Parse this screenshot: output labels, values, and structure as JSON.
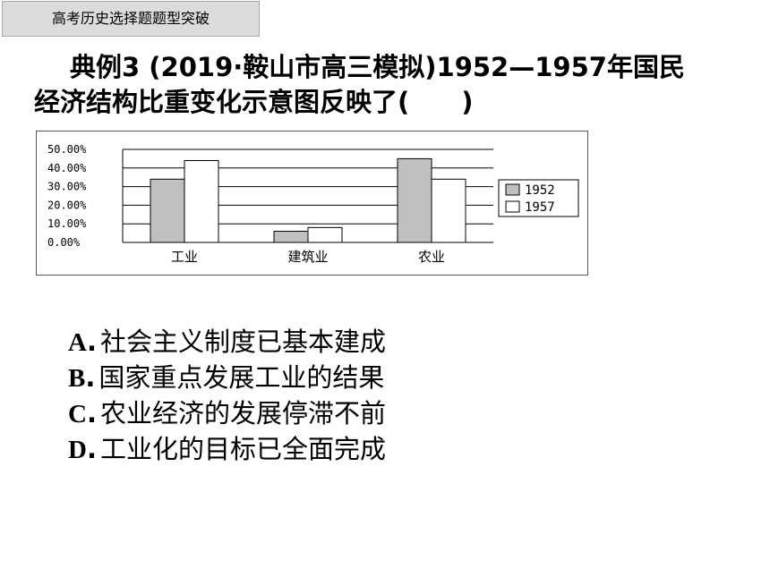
{
  "header": {
    "tag": "高考历史选择题题型突破"
  },
  "question": {
    "prefix": "典例3 (2019·鞍山市高三模拟)1952—1957年国民",
    "line2": "经济结构比重变化示意图反映了(　　)"
  },
  "chart_data": {
    "type": "bar",
    "categories": [
      "工业",
      "建筑业",
      "农业"
    ],
    "series": [
      {
        "name": "1952",
        "values": [
          34,
          6,
          45
        ],
        "color": "#c0c0c0"
      },
      {
        "name": "1957",
        "values": [
          44,
          8,
          34
        ],
        "color": "#ffffff"
      }
    ],
    "ylim": [
      0,
      50
    ],
    "yticks": [
      "0.00%",
      "10.00%",
      "20.00%",
      "30.00%",
      "40.00%",
      "50.00%"
    ],
    "grid": true,
    "legend_placement": "right"
  },
  "options": [
    {
      "letter": "A",
      "sep": ".",
      "text": "社会主义制度已基本建成"
    },
    {
      "letter": "B",
      "sep": ".",
      "text": "国家重点发展工业的结果"
    },
    {
      "letter": "C",
      "sep": ".",
      "text": "农业经济的发展停滞不前"
    },
    {
      "letter": "D",
      "sep": ".",
      "text": "工业化的目标已全面完成"
    }
  ]
}
